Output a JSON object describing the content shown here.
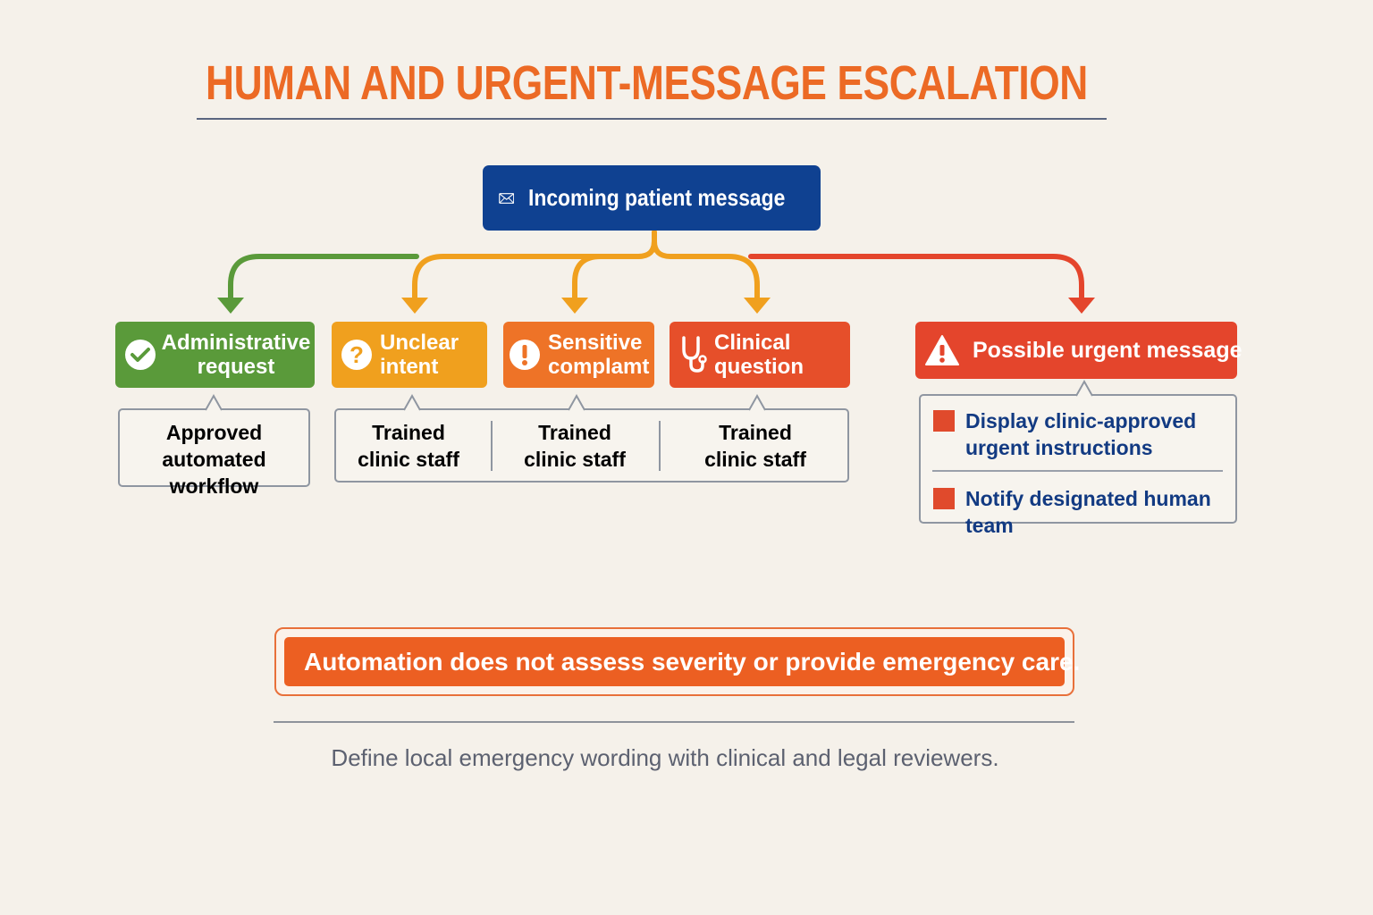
{
  "title": "HUMAN AND URGENT-MESSAGE ESCALATION",
  "root": {
    "label": "Incoming patient message",
    "icon": "envelope-icon"
  },
  "categories": [
    {
      "label": "Administrative request",
      "icon": "check-circle-icon",
      "color": "#5a9a3a"
    },
    {
      "label": "Unclear intent",
      "icon": "question-circle-icon",
      "color": "#f0a01e"
    },
    {
      "label": "Sensitive complamt",
      "icon": "exclamation-circle-icon",
      "color": "#ee7327"
    },
    {
      "label": "Clinical question",
      "icon": "stethoscope-icon",
      "color": "#e64f2a"
    },
    {
      "label": "Possible urgent message",
      "icon": "warning-triangle-icon",
      "color": "#e4452c"
    }
  ],
  "outcomes": {
    "admin": "Approved automated workflow",
    "staff": [
      "Trained clinic staff",
      "Trained clinic staff",
      "Trained clinic staff"
    ],
    "urgent": [
      "Display clinic-approved urgent instructions",
      "Notify designated human team"
    ]
  },
  "banner": "Automation does not assess severity or provide emergency care.",
  "footnote": "Define local emergency wording with clinical and legal reviewers.",
  "colors": {
    "title": "#ec6a25",
    "navy": "#0f4191",
    "text": "#123a82"
  }
}
